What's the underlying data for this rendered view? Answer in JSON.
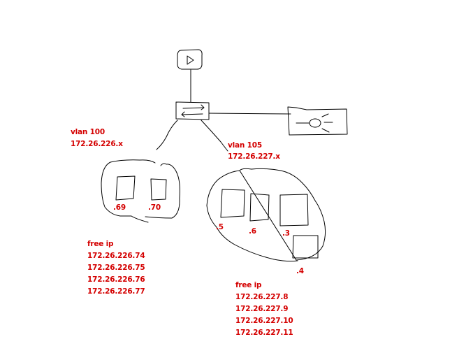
{
  "vlans": [
    {
      "name": "vlan 100",
      "subnet": "172.26.226.x",
      "hosts": [
        ".69",
        ".70"
      ],
      "free_ip_label": "free ip",
      "free_ips": [
        "172.26.226.74",
        "172.26.226.75",
        "172.26.226.76",
        "172.26.226.77"
      ]
    },
    {
      "name": "vlan 105",
      "subnet": "172.26.227.x",
      "hosts": [
        ".5",
        ".6",
        ".3",
        ".4"
      ],
      "free_ip_label": "free ip",
      "free_ips": [
        "172.26.227.8",
        "172.26.227.9",
        "172.26.227.10",
        "172.26.227.11"
      ]
    }
  ],
  "colors": {
    "label": "#d40000",
    "stroke": "#000000",
    "background": "#ffffff"
  },
  "icons": {
    "router": "play-triangle-icon",
    "switch": "arrows-icon",
    "firewall": "light-beam-icon"
  }
}
